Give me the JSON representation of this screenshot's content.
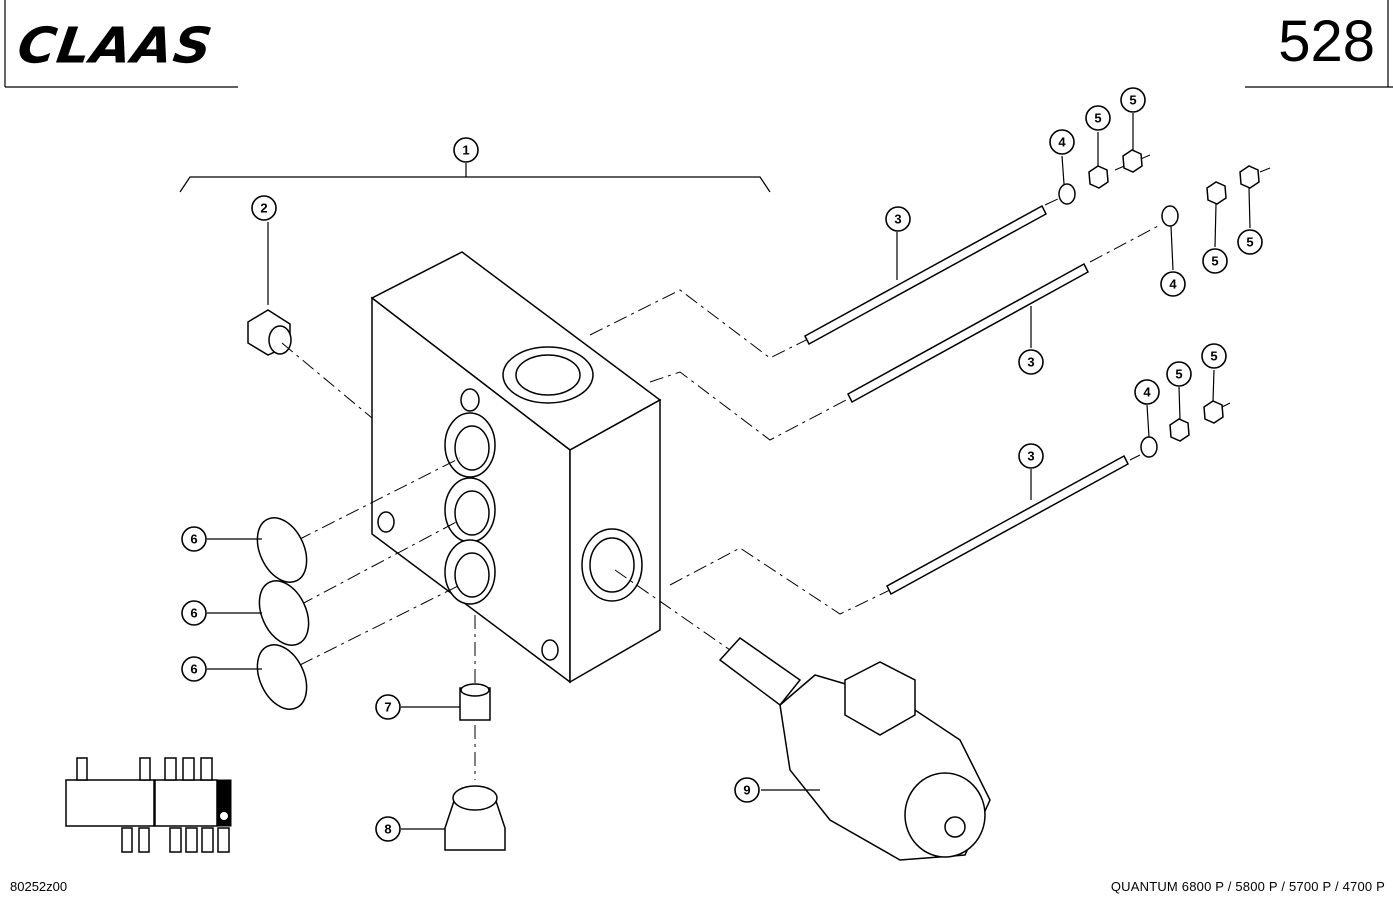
{
  "header": {
    "brand": "CLAAS",
    "page_number": "528"
  },
  "footer": {
    "drawing_id": "80252z00",
    "models": "QUANTUM 6800 P / 5800 P / 5700 P / 4700 P"
  },
  "callouts": [
    {
      "label": "1"
    },
    {
      "label": "2"
    },
    {
      "label": "3"
    },
    {
      "label": "3"
    },
    {
      "label": "3"
    },
    {
      "label": "4"
    },
    {
      "label": "4"
    },
    {
      "label": "4"
    },
    {
      "label": "5"
    },
    {
      "label": "5"
    },
    {
      "label": "5"
    },
    {
      "label": "5"
    },
    {
      "label": "5"
    },
    {
      "label": "5"
    },
    {
      "label": "6"
    },
    {
      "label": "6"
    },
    {
      "label": "6"
    },
    {
      "label": "7"
    },
    {
      "label": "8"
    },
    {
      "label": "9"
    }
  ]
}
